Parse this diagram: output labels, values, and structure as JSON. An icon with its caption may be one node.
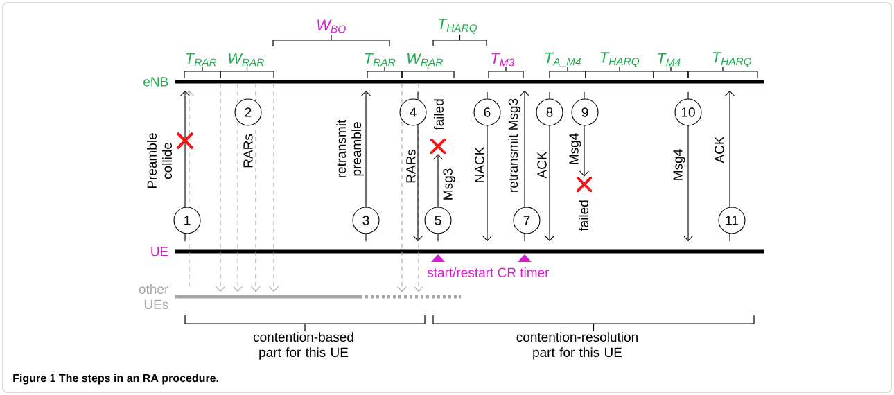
{
  "diagram": {
    "caption": "Figure 1 The steps in an RA procedure.",
    "nodes": [
      {
        "text": [
          "eNB"
        ]
      },
      {
        "text": [
          "UE"
        ]
      },
      {
        "text": [
          "other UEs"
        ]
      },
      {
        "text": [],
        "shape": "cross"
      },
      {
        "text": [],
        "shape": "cross"
      }
    ],
    "edges": [
      {
        "from": 1,
        "to": 0,
        "arrow": "to",
        "label": "Preamble collide"
      },
      {
        "from": 2,
        "to": 0,
        "arrow": "to",
        "style": "dashed",
        "color": "#a6a6a6"
      },
      {
        "from": 0,
        "to": 2,
        "arrow": "to",
        "style": "dashed",
        "color": "#a6a6a6"
      },
      {
        "from": 0,
        "to": 2,
        "arrow": "to",
        "style": "dashed",
        "color": "#a6a6a6"
      },
      {
        "from": 0,
        "to": 2,
        "arrow": "to",
        "style": "dashed",
        "color": "#a6a6a6"
      },
      {
        "from": 0,
        "to": 2,
        "arrow": "to",
        "style": "dashed",
        "color": "#a6a6a6"
      },
      {
        "from": 1,
        "to": 0,
        "arrow": "to",
        "label": "retransmit preamble"
      },
      {
        "from": 0,
        "to": 2,
        "arrow": "to",
        "style": "dashed",
        "color": "#a6a6a6"
      },
      {
        "from": 0,
        "to": 2,
        "arrow": "to",
        "style": "dashed",
        "color": "#a6a6a6"
      },
      {
        "from": 0,
        "to": 1,
        "arrow": "to",
        "label": "RARs"
      },
      {
        "from": 1,
        "to": 3,
        "arrow": "to",
        "label": "Msg3"
      },
      {
        "from": 0,
        "to": 1,
        "arrow": "to",
        "label": "NACK"
      },
      {
        "from": 1,
        "to": 0,
        "arrow": "to",
        "label": "retransmit Msg3"
      },
      {
        "from": 0,
        "to": 1,
        "arrow": "to",
        "label": "ACK"
      },
      {
        "from": 0,
        "to": 4,
        "arrow": "to",
        "label": "Msg4"
      },
      {
        "from": 0,
        "to": 1,
        "arrow": "to",
        "label": "Msg4"
      },
      {
        "from": 1,
        "to": 0,
        "arrow": "to",
        "label": "ACK"
      }
    ],
    "labels": [
      "W$_{BO}$",
      "T$_{HARQ}$",
      "T$_{RAR}$",
      "W$_{RAR}$",
      "T$_{RAR}$",
      "W$_{RAR}$",
      "T$_{M3}$",
      "T$_{A_M4}$",
      "T$_{HARQ}$",
      "T$_{M4}$",
      "T$_{HARQ}$",
      "1",
      "2",
      "3",
      "4",
      "5",
      "6",
      "7",
      "8",
      "9",
      "10",
      "11",
      "RARs",
      "failed",
      "failed",
      "start/restart CR timer",
      "contention-based part for this UE",
      "contention-resolution part for this UE"
    ]
  }
}
